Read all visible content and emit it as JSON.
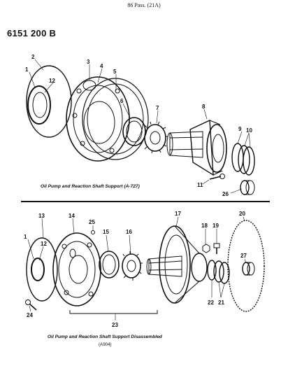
{
  "header": {
    "page_ref": "86 Pass. (21A)"
  },
  "figure_code": "6151 200 B",
  "upper": {
    "caption": "Oil Pump and Reaction Shaft Support (A-727)",
    "callouts": [
      "1",
      "2",
      "3",
      "4",
      "5",
      "6",
      "7",
      "8",
      "9",
      "10",
      "11",
      "12",
      "26"
    ]
  },
  "lower": {
    "caption": "Oil Pump and Reaction Shaft Support Disassembled",
    "code": "(A904)",
    "callouts": [
      "1",
      "12",
      "13",
      "14",
      "15",
      "16",
      "17",
      "18",
      "19",
      "20",
      "21",
      "22",
      "23",
      "24",
      "25",
      "27"
    ]
  }
}
